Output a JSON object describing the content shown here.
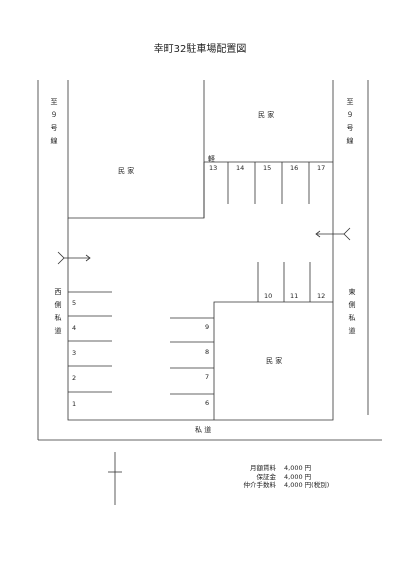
{
  "title": "幸町32駐車場配置図",
  "house_label": "民 家",
  "house_label_right": "民 家",
  "house_label_center": "民 家",
  "top_left_road": "至９号線",
  "top_right_road": "至９号線",
  "west_road": "西側私道",
  "east_road": "東側私道",
  "south_road": "私 道",
  "light_label": "軽",
  "left_spaces": [
    "5",
    "4",
    "3",
    "2",
    "1"
  ],
  "inner_spaces": [
    "9",
    "8",
    "7",
    "6"
  ],
  "top_spaces": [
    "13",
    "14",
    "15",
    "16",
    "17"
  ],
  "middle_spaces": [
    "10",
    "11",
    "12"
  ],
  "fees": [
    {
      "label": "月額賃料",
      "value": "4,000 円"
    },
    {
      "label": "保証金",
      "value": "4,000 円"
    },
    {
      "label": "仲介手数料",
      "value": "4,000 円(税別)"
    }
  ]
}
